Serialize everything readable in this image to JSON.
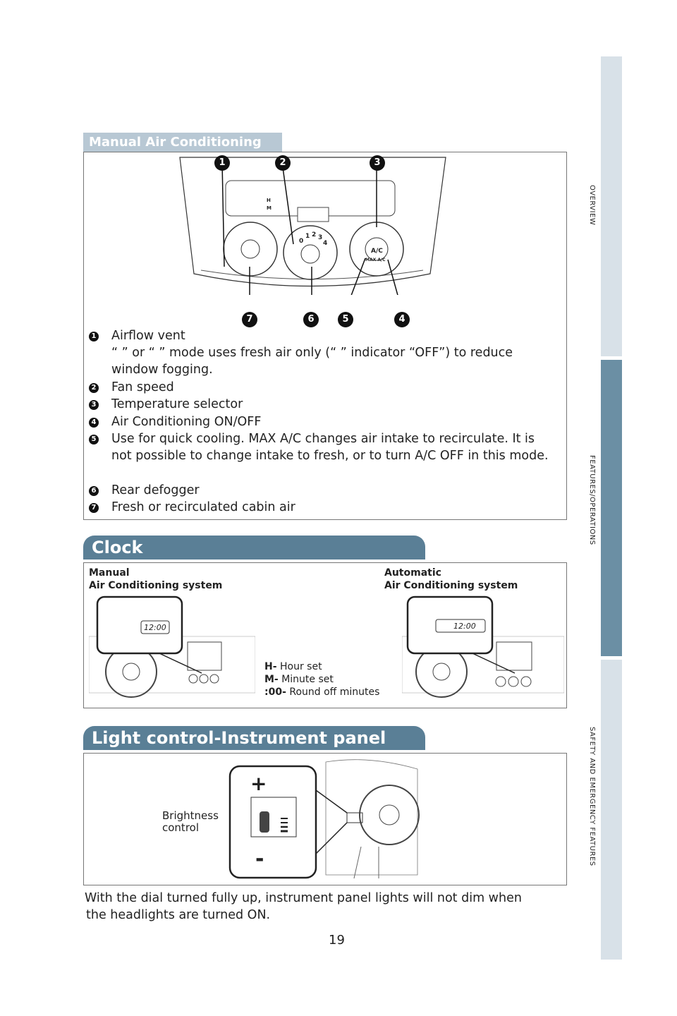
{
  "side_tabs": [
    "OVERVIEW",
    "FEATURES/OPERATIONS",
    "SAFETY AND EMERGENCY FEATURES"
  ],
  "manual_ac": {
    "header": "Manual Air Conditioning",
    "callouts_top": [
      "1",
      "2",
      "3"
    ],
    "callouts_bottom": [
      "7",
      "6",
      "5",
      "4"
    ],
    "items": [
      {
        "num": "1",
        "text": "Airflow vent"
      },
      {
        "num": "",
        "text": "“  ” or “  ” mode uses fresh air only (“  ” indicator “OFF”) to reduce window fogging."
      },
      {
        "num": "2",
        "text": "Fan speed"
      },
      {
        "num": "3",
        "text": "Temperature selector"
      },
      {
        "num": "4",
        "text": "Air Conditioning ON/OFF"
      },
      {
        "num": "5",
        "text": "Use for quick cooling. MAX A/C changes air intake to recirculate. It is not possible to change intake to fresh, or to turn A/C OFF in this mode."
      },
      {
        "num": "6",
        "text": "Rear defogger"
      },
      {
        "num": "7",
        "text": "Fresh or recirculated cabin air"
      }
    ],
    "panel_labels": {
      "hlabel": "H",
      "mlabel": "M",
      "ac": "A/C",
      "maxac": "MAX A/C",
      "fan": [
        "0",
        "1",
        "2",
        "3",
        "4"
      ]
    }
  },
  "clock": {
    "header": "Clock",
    "manual_label_1": "Manual",
    "manual_label_2": "Air Conditioning system",
    "auto_label_1": "Automatic",
    "auto_label_2": "Air Conditioning system",
    "display_time": "12:00",
    "h_key": "H-",
    "h_desc": "Hour set",
    "m_key": "M-",
    "m_desc": "Minute set",
    "r_key": ":00-",
    "r_desc": "Round off minutes"
  },
  "light": {
    "header": "Light control-Instrument panel",
    "brightness_1": "Brightness",
    "brightness_2": "control",
    "plus": "+",
    "minus": "-",
    "note_1": "With the dial turned fully up, instrument panel lights will not dim when",
    "note_2": "the headlights are turned ON."
  },
  "page_number": "19",
  "colors": {
    "tab_active": "#6b8fa4",
    "tab": "#d8e1e8",
    "header_dark": "#5a7f96",
    "header_light": "#b8c8d4"
  }
}
